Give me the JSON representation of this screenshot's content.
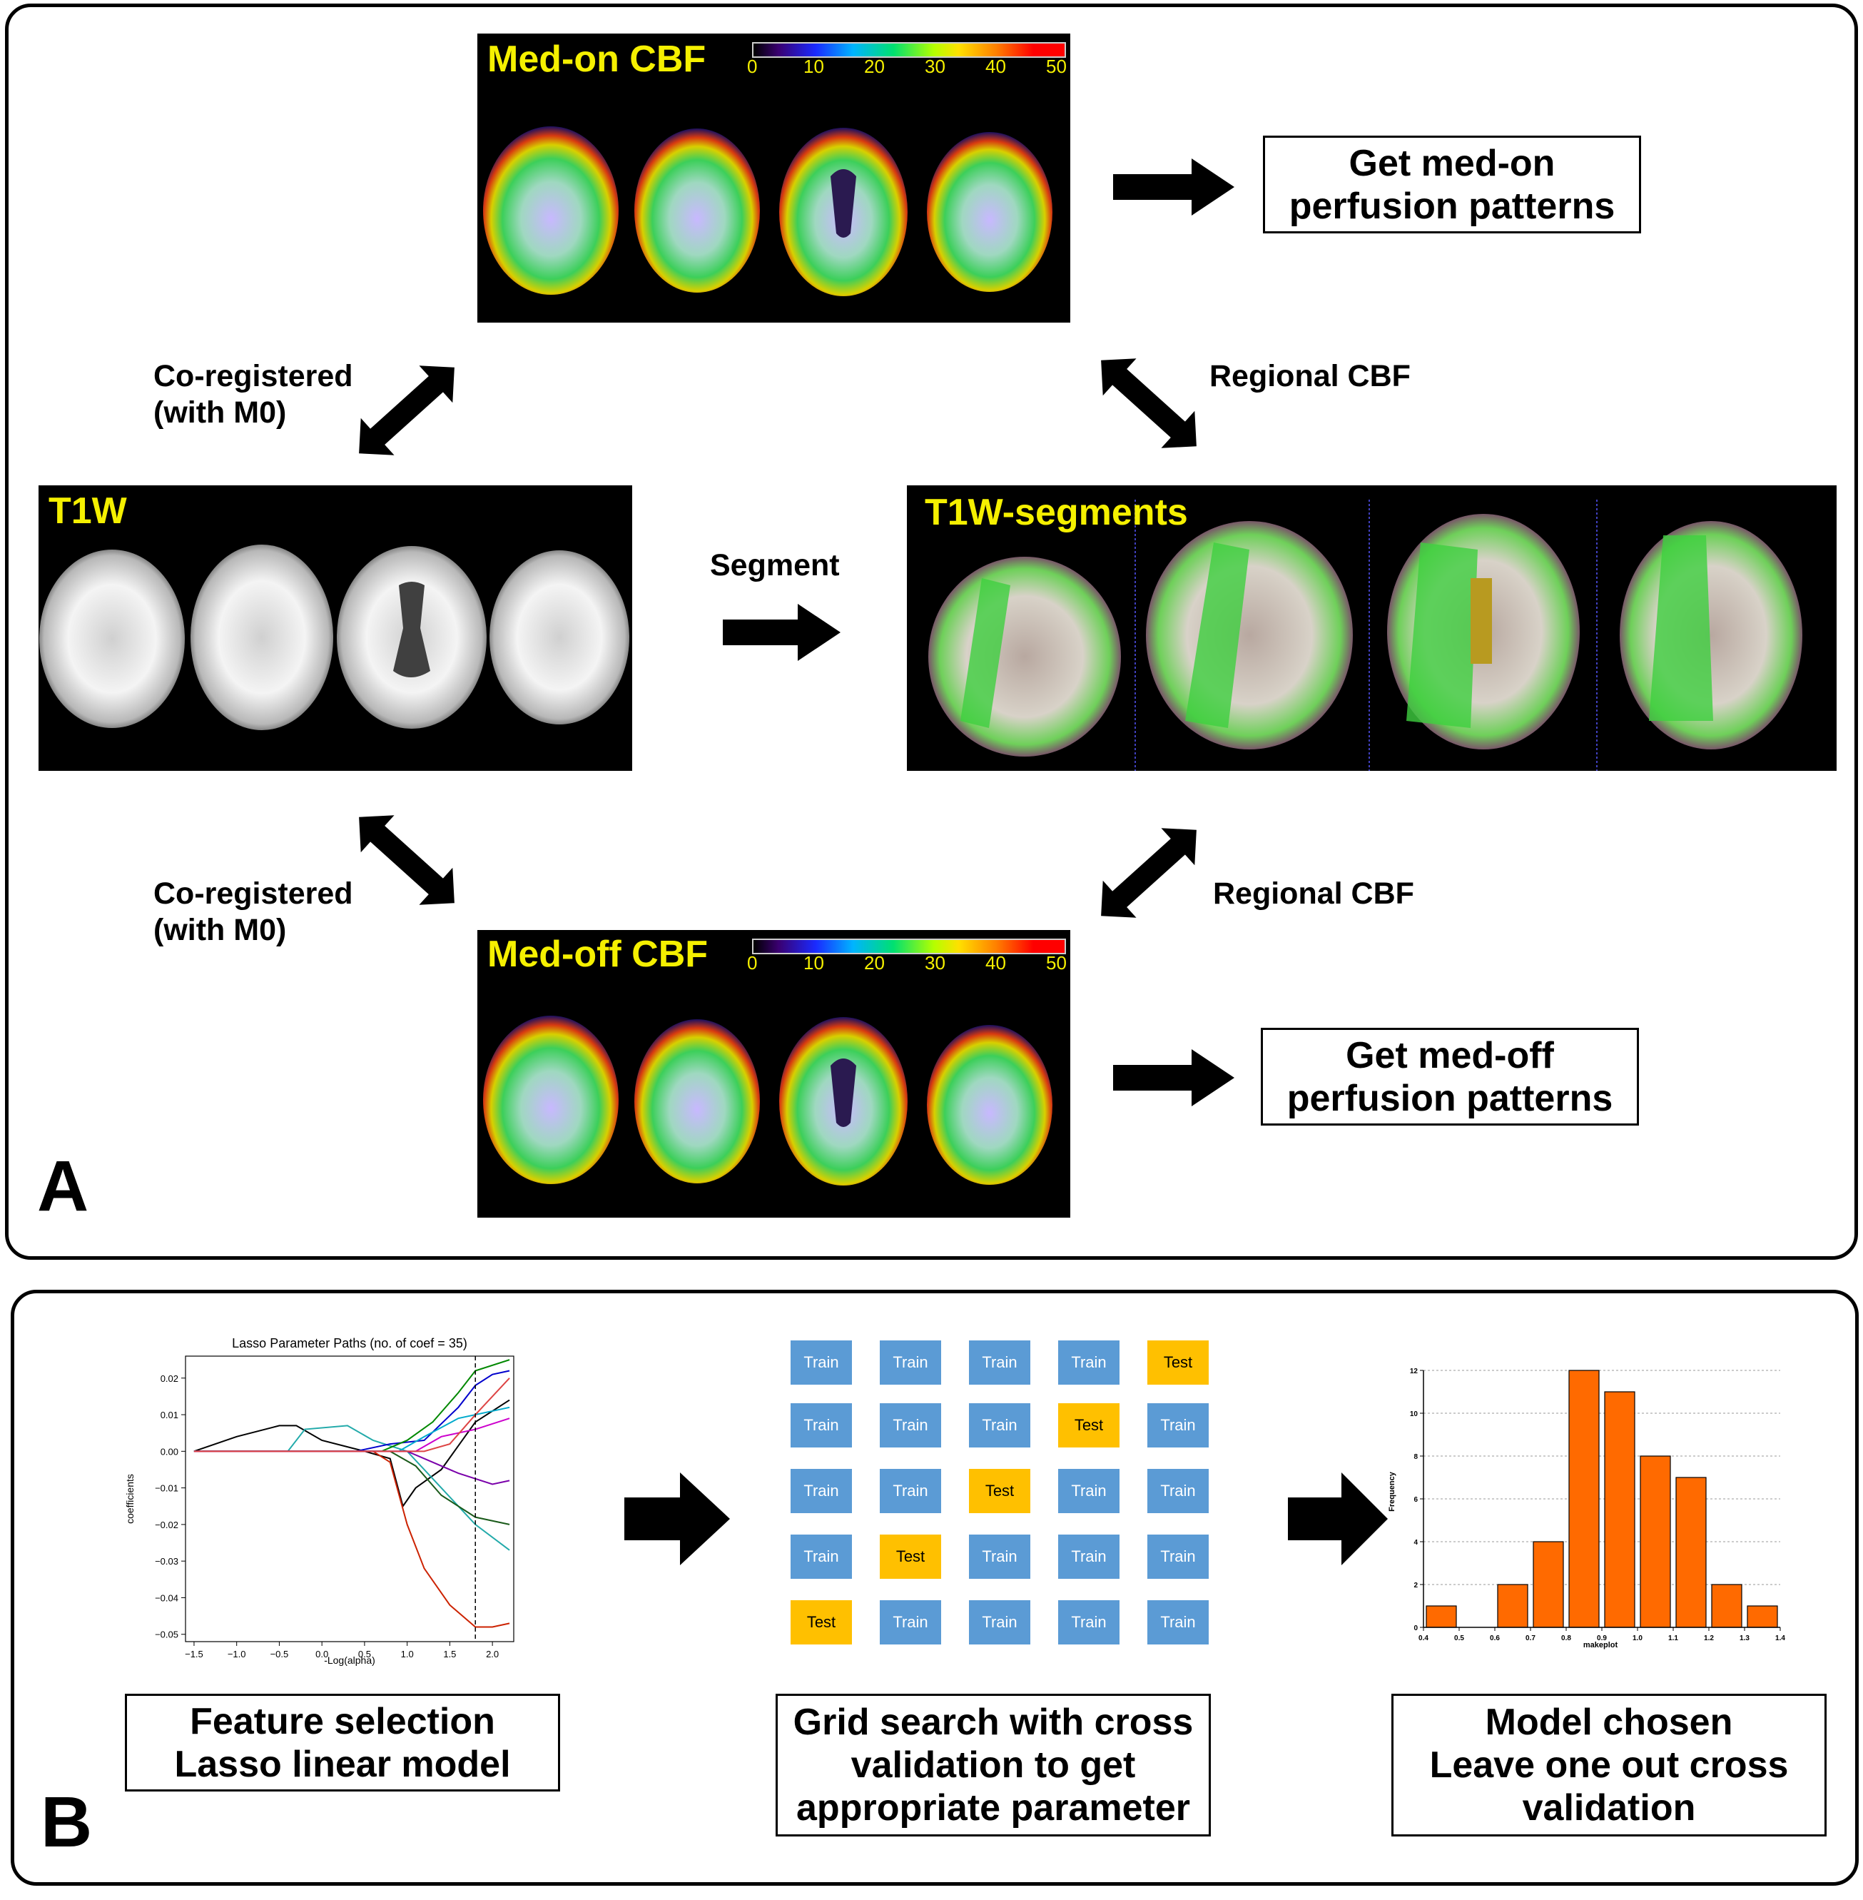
{
  "panel_a": {
    "letter": "A",
    "med_on": {
      "title": "Med-on CBF",
      "colorbar_ticks": [
        "0",
        "10",
        "20",
        "30",
        "40",
        "50"
      ]
    },
    "med_off": {
      "title": "Med-off CBF",
      "colorbar_ticks": [
        "0",
        "10",
        "20",
        "30",
        "40",
        "50"
      ]
    },
    "t1w": {
      "title": "T1W"
    },
    "t1w_segments": {
      "title": "T1W-segments"
    },
    "co_registered_top": [
      "Co-registered",
      "(with M0)"
    ],
    "co_registered_bottom": [
      "Co-registered",
      "(with M0)"
    ],
    "regional_cbf_top": "Regional CBF",
    "regional_cbf_bottom": "Regional CBF",
    "segment": "Segment",
    "box_on": [
      "Get med-on",
      "perfusion patterns"
    ],
    "box_off": [
      "Get med-off",
      "perfusion patterns"
    ]
  },
  "panel_b": {
    "letter": "B",
    "box_lasso": [
      "Feature selection",
      "Lasso linear model"
    ],
    "box_grid": [
      "Grid search with cross",
      "validation to get",
      "appropriate parameter"
    ],
    "box_model": [
      "Model chosen",
      "Leave one out cross",
      "validation"
    ],
    "grid": [
      [
        "Train",
        "Train",
        "Train",
        "Train",
        "Test"
      ],
      [
        "Train",
        "Train",
        "Train",
        "Test",
        "Train"
      ],
      [
        "Train",
        "Train",
        "Test",
        "Train",
        "Train"
      ],
      [
        "Train",
        "Test",
        "Train",
        "Train",
        "Train"
      ],
      [
        "Test",
        "Train",
        "Train",
        "Train",
        "Train"
      ]
    ]
  },
  "chart_data": [
    {
      "type": "line",
      "title": "Lasso Parameter Paths (no. of coef = 35)",
      "xlabel": "-Log(alpha)",
      "ylabel": "coefficients",
      "xlim": [
        -1.6,
        2.25
      ],
      "ylim": [
        -0.052,
        0.026
      ],
      "xticks": [
        "-1.5",
        "-1.0",
        "-0.5",
        "0.0",
        "0.5",
        "1.0",
        "1.5",
        "2.0"
      ],
      "yticks": [
        "0.02",
        "0.01",
        "0.00",
        "-0.01",
        "-0.02",
        "-0.03",
        "-0.04",
        "-0.05"
      ],
      "vline_x": 1.8,
      "series": [
        {
          "color": "#000000",
          "x": [
            -1.5,
            -1.0,
            -0.5,
            -0.3,
            0.0,
            0.5,
            0.8,
            0.95,
            1.1,
            1.4,
            1.8,
            2.2
          ],
          "y": [
            0.0,
            0.004,
            0.007,
            0.007,
            0.003,
            0.0,
            -0.002,
            -0.015,
            -0.01,
            -0.005,
            0.008,
            0.014
          ]
        },
        {
          "color": "#cc2200",
          "x": [
            -1.5,
            0.0,
            0.6,
            0.8,
            1.0,
            1.2,
            1.5,
            1.8,
            2.0,
            2.2
          ],
          "y": [
            0.0,
            0.0,
            0.0,
            -0.003,
            -0.02,
            -0.032,
            -0.042,
            -0.048,
            -0.048,
            -0.047
          ]
        },
        {
          "color": "#22aaaa",
          "x": [
            -1.5,
            -0.4,
            -0.2,
            0.3,
            0.6,
            1.0,
            1.4,
            1.8,
            2.2
          ],
          "y": [
            0.0,
            0.0,
            0.006,
            0.007,
            0.003,
            0.0,
            -0.01,
            -0.02,
            -0.027
          ]
        },
        {
          "color": "#0000cc",
          "x": [
            -1.5,
            0.4,
            0.8,
            1.2,
            1.6,
            1.8,
            2.0,
            2.2
          ],
          "y": [
            0.0,
            0.0,
            0.002,
            0.003,
            0.012,
            0.018,
            0.021,
            0.022
          ]
        },
        {
          "color": "#008800",
          "x": [
            -1.5,
            0.7,
            1.0,
            1.3,
            1.6,
            1.8,
            2.2
          ],
          "y": [
            0.0,
            0.0,
            0.003,
            0.008,
            0.016,
            0.022,
            0.025
          ]
        },
        {
          "color": "#1a5a1a",
          "x": [
            -1.5,
            0.8,
            1.1,
            1.4,
            1.8,
            2.2
          ],
          "y": [
            0.0,
            0.0,
            -0.004,
            -0.012,
            -0.018,
            -0.02
          ]
        },
        {
          "color": "#00aacc",
          "x": [
            -1.5,
            0.9,
            1.2,
            1.6,
            2.0,
            2.2
          ],
          "y": [
            0.0,
            0.0,
            0.004,
            0.009,
            0.011,
            0.012
          ]
        },
        {
          "color": "#7a00aa",
          "x": [
            -1.5,
            1.0,
            1.3,
            1.6,
            2.0,
            2.2
          ],
          "y": [
            0.0,
            0.0,
            -0.003,
            -0.006,
            -0.009,
            -0.008
          ]
        },
        {
          "color": "#cc00cc",
          "x": [
            -1.5,
            1.1,
            1.4,
            1.8,
            2.2
          ],
          "y": [
            0.0,
            0.0,
            0.004,
            0.006,
            0.009
          ]
        },
        {
          "color": "#dd4444",
          "x": [
            -1.5,
            1.2,
            1.5,
            1.8,
            2.2
          ],
          "y": [
            0.0,
            0.0,
            0.002,
            0.01,
            0.02
          ]
        }
      ]
    },
    {
      "type": "bar",
      "xlabel": "makeplot",
      "ylabel": "Frequency",
      "xlim": [
        0.4,
        1.4
      ],
      "ylim": [
        0,
        12
      ],
      "xticks": [
        "0.4",
        "0.5",
        "0.6",
        "0.7",
        "0.8",
        "0.9",
        "1.0",
        "1.1",
        "1.2",
        "1.3",
        "1.4"
      ],
      "yticks": [
        "0",
        "2",
        "4",
        "6",
        "8",
        "10",
        "12"
      ],
      "bin_edges": [
        0.4,
        0.5,
        0.6,
        0.7,
        0.8,
        0.9,
        1.0,
        1.1,
        1.2,
        1.3,
        1.4
      ],
      "values": [
        1,
        0,
        2,
        4,
        12,
        11,
        8,
        7,
        2,
        1
      ],
      "color": "#ff6a00"
    }
  ]
}
